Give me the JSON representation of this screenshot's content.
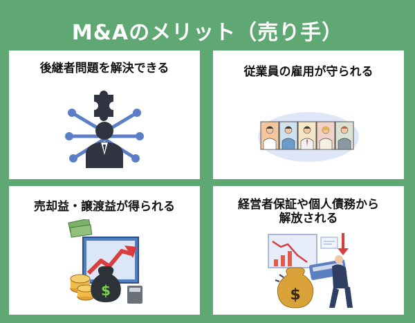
{
  "title": "M&Aのメリット（売り手）",
  "cards": [
    {
      "label": "後継者問題を解決できる",
      "icon": "person-network-puzzle-icon"
    },
    {
      "label": "従業員の雇用が守られる",
      "icon": "employee-portraits-icon"
    },
    {
      "label": "売却益・譲渡益が得られる",
      "icon": "money-profit-icon"
    },
    {
      "label_line1": "経営者保証や個人債務から",
      "label_line2": "解放される",
      "icon": "debt-burden-icon"
    }
  ]
}
